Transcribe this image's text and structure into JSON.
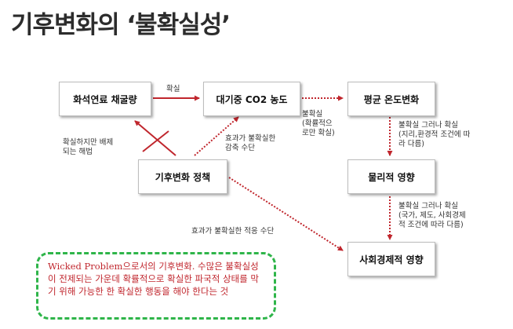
{
  "title": "기후변화의 ‘불확실성’",
  "nodes": {
    "fossil": "화석연료 채굴량",
    "co2": "대기중 CO2 농도",
    "temp": "평균 온도변화",
    "policy": "기후변화 정책",
    "physical": "물리적 영향",
    "social": "사회경제적 영향"
  },
  "labels": {
    "certain": "확실",
    "certain_but_excluded": "확실하지만 배제\n되는 해법",
    "uncertain_mitigation": "효과가 불확실한\n감축 수단",
    "probabilistic": "불확실\n(확률적으\n로만 확실)",
    "uncertain_geo": "불확실 그러나 확실\n(지리,환경적 조건에 따\n라 다름)",
    "uncertain_social": "불확실 그러나 확실\n(국가, 제도, 사회경제\n적 조건에 따라 다름)",
    "uncertain_adaptation": "효과가 불확실한 적응 수단"
  },
  "note": "Wicked Problem으로서의 기후변화. 수많은 불확실성이 전제되는 가운데 확률적으로 확실한 파국적 상태를 막기 위해 가능한 한 확실한 행동을 해야 한다는 것",
  "colors": {
    "arrow": "#c0262d",
    "note_border": "#2fb54a",
    "note_text": "#c0262d"
  }
}
